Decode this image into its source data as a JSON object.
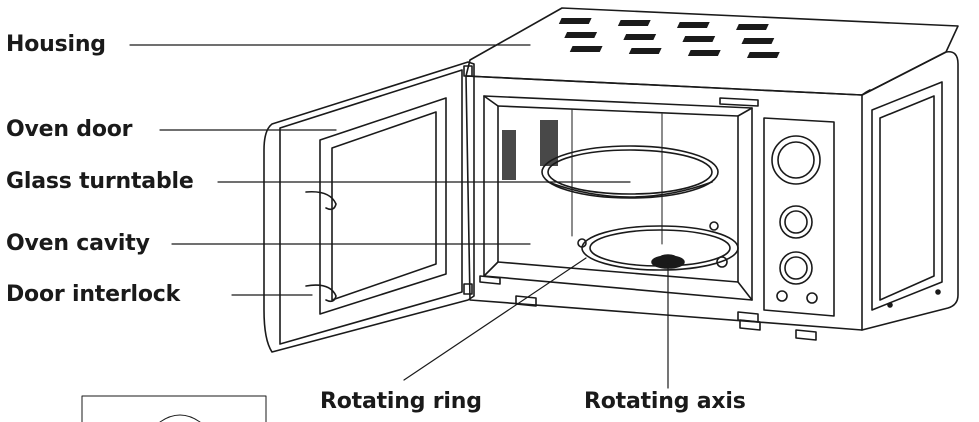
{
  "labels": {
    "housing": "Housing",
    "oven_door": "Oven door",
    "glass_turntable": "Glass turntable",
    "oven_cavity": "Oven cavity",
    "door_interlock": "Door interlock",
    "rotating_ring": "Rotating ring",
    "rotating_axis": "Rotating axis"
  },
  "colors": {
    "line": "#1a1a1a",
    "text": "#1a1a1a",
    "background": "#ffffff"
  }
}
